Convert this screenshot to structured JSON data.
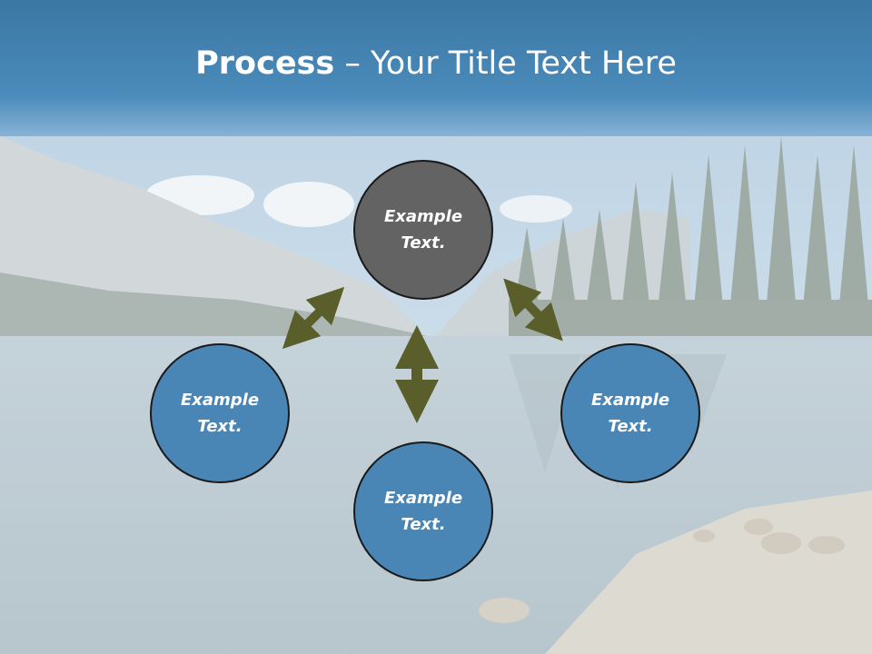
{
  "title": {
    "bold": "Process",
    "rest": " – Your Title Text Here"
  },
  "nodes": {
    "top": "Example\nText.",
    "left": "Example\nText.",
    "right": "Example\nText.",
    "bottom": "Example\nText."
  },
  "colors": {
    "center_node": "#636363",
    "outer_node": "#4a86b5",
    "arrow": "#5a5e2a",
    "title_bar": "#4a8bbb"
  }
}
